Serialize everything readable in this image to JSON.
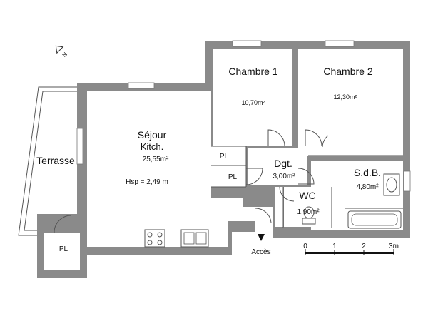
{
  "rooms": {
    "chambre1": {
      "name": "Chambre 1",
      "area": "10,70m²"
    },
    "chambre2": {
      "name": "Chambre 2",
      "area": "12,30m²"
    },
    "sejour": {
      "name_line1": "Séjour",
      "name_line2": "Kitch.",
      "area": "25,55m²",
      "hsp": "Hsp = 2,49 m"
    },
    "terrasse": {
      "name": "Terrasse"
    },
    "dgt": {
      "name": "Dgt.",
      "area": "3,00m²"
    },
    "wc": {
      "name": "WC",
      "area": "1,90m²"
    },
    "sdb": {
      "name": "S.d.B.",
      "area": "4,80m²"
    },
    "placards": [
      "PL",
      "PL",
      "PL"
    ]
  },
  "entrance": {
    "label": "Accès"
  },
  "north": {
    "label": "N"
  },
  "scale_bar": {
    "ticks": [
      "0",
      "1",
      "2",
      "3m"
    ]
  },
  "colors": {
    "walls": "#8a8a8a",
    "floor": "#ffffff",
    "lines": "#555555"
  }
}
